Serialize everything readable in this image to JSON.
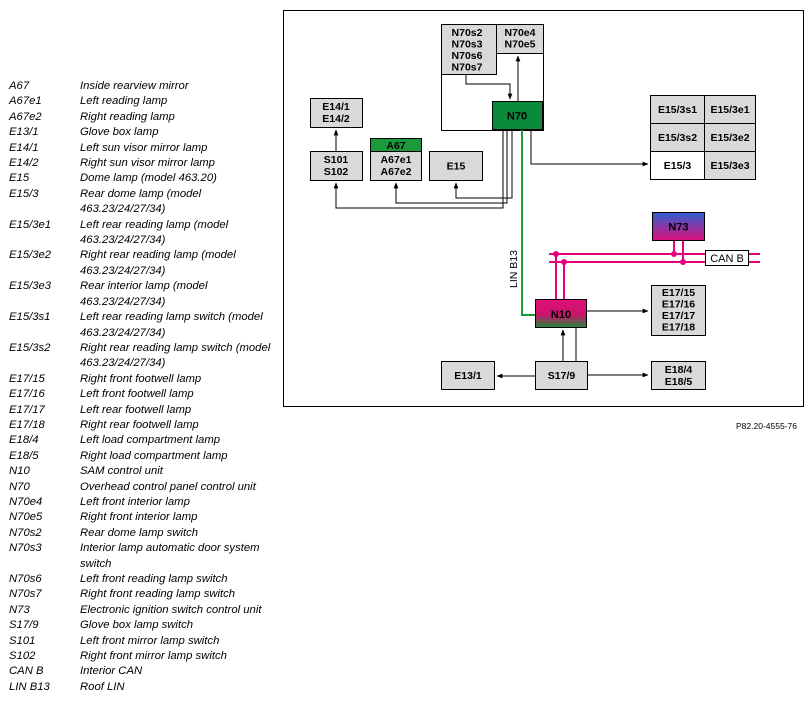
{
  "legend": [
    {
      "code": "A67",
      "desc": "Inside rearview mirror"
    },
    {
      "code": "A67e1",
      "desc": "Left reading lamp"
    },
    {
      "code": "A67e2",
      "desc": "Right reading lamp"
    },
    {
      "code": "E13/1",
      "desc": "Glove box lamp"
    },
    {
      "code": "E14/1",
      "desc": "Left sun visor mirror lamp"
    },
    {
      "code": "E14/2",
      "desc": "Right sun visor mirror lamp"
    },
    {
      "code": "E15",
      "desc": "Dome lamp (model 463.20)"
    },
    {
      "code": "E15/3",
      "desc": "Rear dome lamp (model 463.23/24/27/34)"
    },
    {
      "code": "E15/3e1",
      "desc": "Left rear reading lamp (model 463.23/24/27/34)"
    },
    {
      "code": "E15/3e2",
      "desc": "Right rear reading lamp (model 463.23/24/27/34)"
    },
    {
      "code": "E15/3e3",
      "desc": "Rear interior lamp (model 463.23/24/27/34)"
    },
    {
      "code": "E15/3s1",
      "desc": "Left rear reading lamp switch (model 463.23/24/27/34)"
    },
    {
      "code": "E15/3s2",
      "desc": "Right rear reading lamp switch (model 463.23/24/27/34)"
    },
    {
      "code": "E17/15",
      "desc": "Right front footwell lamp"
    },
    {
      "code": "E17/16",
      "desc": "Left front footwell lamp"
    },
    {
      "code": "E17/17",
      "desc": "Left rear footwell lamp"
    },
    {
      "code": "E17/18",
      "desc": "Right rear footwell lamp"
    },
    {
      "code": "E18/4",
      "desc": "Left load compartment lamp"
    },
    {
      "code": "E18/5",
      "desc": "Right load compartment lamp"
    },
    {
      "code": "N10",
      "desc": "SAM control unit"
    },
    {
      "code": "N70",
      "desc": "Overhead control panel control unit"
    },
    {
      "code": "N70e4",
      "desc": "Left front interior lamp"
    },
    {
      "code": "N70e5",
      "desc": "Right front interior lamp"
    },
    {
      "code": "N70s2",
      "desc": "Rear dome lamp switch"
    },
    {
      "code": "N70s3",
      "desc": "Interior lamp automatic door system switch"
    },
    {
      "code": "N70s6",
      "desc": "Left front reading lamp switch"
    },
    {
      "code": "N70s7",
      "desc": "Right front reading lamp switch"
    },
    {
      "code": "N73",
      "desc": "Electronic ignition switch control unit"
    },
    {
      "code": "S17/9",
      "desc": "Glove box lamp switch"
    },
    {
      "code": "S101",
      "desc": "Left front mirror lamp switch"
    },
    {
      "code": "S102",
      "desc": "Right front mirror lamp switch"
    },
    {
      "code": "CAN B",
      "desc": "Interior CAN"
    },
    {
      "code": "LIN B13",
      "desc": "Roof LIN"
    }
  ],
  "diagram": {
    "n70_switches": [
      "N70s2",
      "N70s3",
      "N70s6",
      "N70s7"
    ],
    "n70_lamps": [
      "N70e4",
      "N70e5"
    ],
    "n70": "N70",
    "e14": [
      "E14/1",
      "E14/2"
    ],
    "a67": "A67",
    "s101_s102": [
      "S101",
      "S102"
    ],
    "a67e": [
      "A67e1",
      "A67e2"
    ],
    "e15": "E15",
    "e15_3s1": "E15/3s1",
    "e15_3e1": "E15/3e1",
    "e15_3s2": "E15/3s2",
    "e15_3e2": "E15/3e2",
    "e15_3": "E15/3",
    "e15_3e3": "E15/3e3",
    "n73": "N73",
    "can_b": "CAN B",
    "lin_b13": "LIN B13",
    "n10": "N10",
    "e17": [
      "E17/15",
      "E17/16",
      "E17/17",
      "E17/18"
    ],
    "e13_1": "E13/1",
    "s17_9": "S17/9",
    "e18": [
      "E18/4",
      "E18/5"
    ]
  },
  "reference": "P82.20-4555-76",
  "colors": {
    "n70_green": "#0a8a3a",
    "a67_green": "#1a9a3a",
    "lin_line": "#1f9a3a",
    "can_line": "#e6007e",
    "box_gray": "#d9d9d9",
    "n73_top": "#3a4fc0",
    "n73_bottom": "#d4156a"
  }
}
